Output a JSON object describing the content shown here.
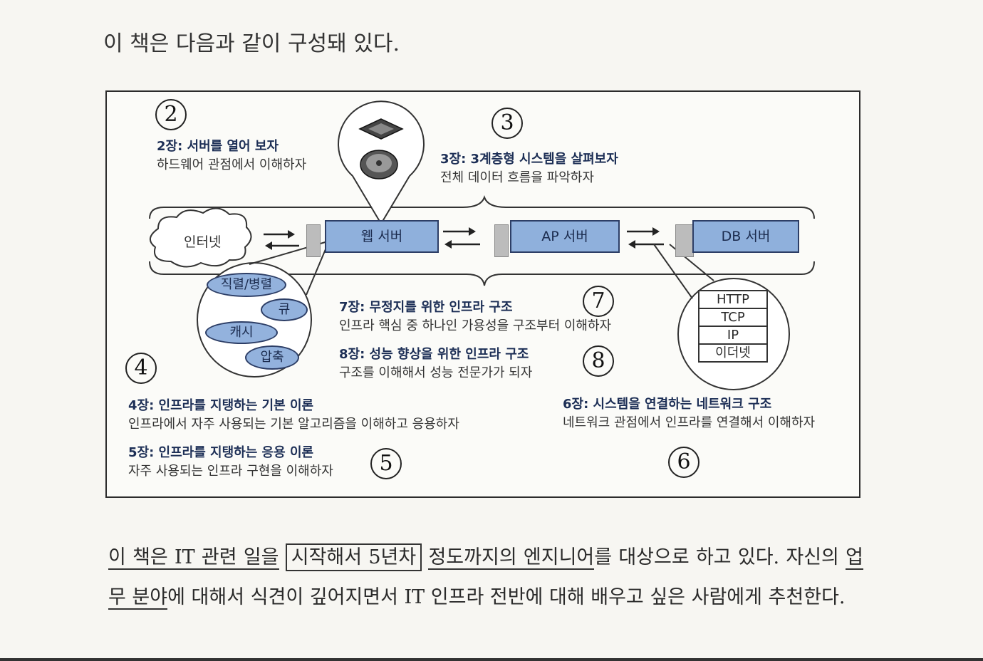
{
  "intro": "이 책은 다음과 같이 구성돼 있다.",
  "chapters": {
    "c2": {
      "num": "2",
      "title": "2장: 서버를 열어 보자",
      "sub": "하드웨어 관점에서 이해하자"
    },
    "c3": {
      "num": "3",
      "title": "3장: 3계층형 시스템을 살펴보자",
      "sub": "전체 데이터 흐름을 파악하자"
    },
    "c4": {
      "num": "4",
      "title": "4장: 인프라를 지탱하는 기본 이론",
      "sub": "인프라에서 자주 사용되는 기본 알고리즘을 이해하고 응용하자"
    },
    "c5": {
      "num": "5",
      "title": "5장: 인프라를 지탱하는 응용 이론",
      "sub": "자주 사용되는 인프라 구현을 이해하자"
    },
    "c6": {
      "num": "6",
      "title": "6장: 시스템을 연결하는 네트워크 구조",
      "sub": "네트워크 관점에서 인프라를 연결해서 이해하자"
    },
    "c7": {
      "num": "7",
      "title": "7장: 무정지를 위한 인프라 구조",
      "sub": "인프라 핵심 중 하나인 가용성을 구조부터 이해하자"
    },
    "c8": {
      "num": "8",
      "title": "8장: 성능 향상을 위한 인프라 구조",
      "sub": "구조를 이해해서 성능 전문가가 되자"
    }
  },
  "diagram": {
    "internet": "인터넷",
    "web_server": "웹 서버",
    "ap_server": "AP 서버",
    "db_server": "DB 서버",
    "bubbles": [
      "직렬/병렬",
      "큐",
      "캐시",
      "압축"
    ],
    "stack": [
      "HTTP",
      "TCP",
      "IP",
      "이더넷"
    ]
  },
  "body": {
    "p1": "이 책은 IT 관련 일을",
    "boxed": "시작해서 5년차",
    "p2": "정도까지의 엔지니어",
    "p3": "를 대상으로 하고 있다.",
    "p4": "자신의",
    "p5": "업무 분야",
    "p6": "에 대해서 식견이 깊어지면서 IT 인프라 전반에 대해 배우고 싶은 사람에게 추천한다."
  },
  "colors": {
    "server_fill": "#8fb0dc",
    "title_navy": "#1d2f56",
    "border": "#2d3e66"
  }
}
